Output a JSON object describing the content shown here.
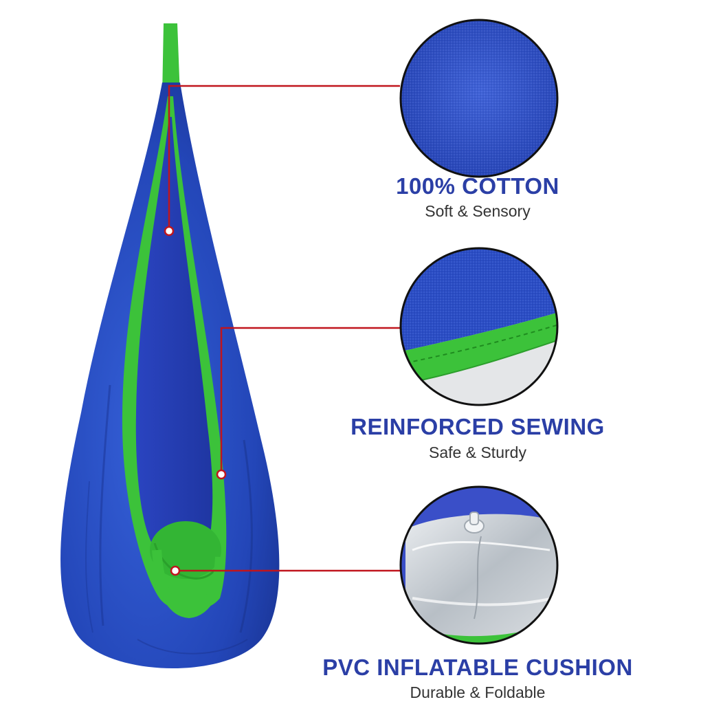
{
  "colors": {
    "brand_blue": "#2b3fa6",
    "fabric_blue": "#2a4fc4",
    "trim_green": "#3cc23a",
    "callout_red": "#c0151d",
    "subtitle_gray": "#333333"
  },
  "features": [
    {
      "title": "100% COTTON",
      "subtitle": "Soft & Sensory",
      "icon": "cotton-fabric-closeup"
    },
    {
      "title": "REINFORCED SEWING",
      "subtitle": "Safe & Sturdy",
      "icon": "stitched-seam-closeup"
    },
    {
      "title": "PVC INFLATABLE CUSHION",
      "subtitle": "Durable & Foldable",
      "icon": "inflatable-cushion-closeup"
    }
  ]
}
